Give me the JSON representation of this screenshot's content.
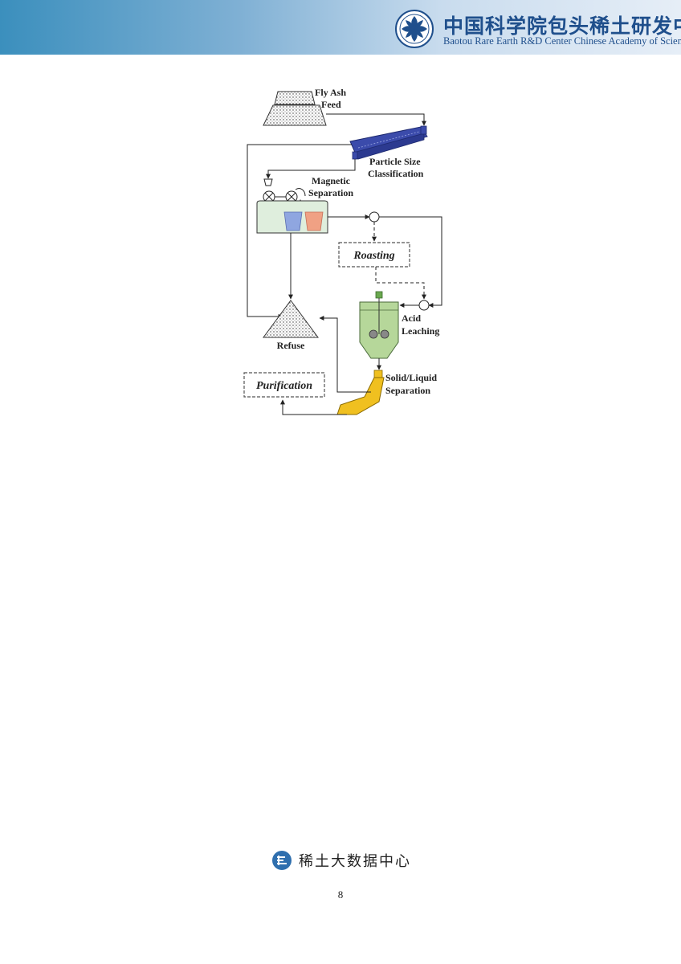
{
  "header": {
    "org_name_cn": "中国科学院包头稀土研发中心",
    "org_name_en": "Baotou Rare Earth R&D Center Chinese Academy of Sciences"
  },
  "diagram": {
    "fly_ash_line1": "Fly Ash",
    "fly_ash_line2": "Feed",
    "classification_line1": "Particle Size",
    "classification_line2": "Classification",
    "magnetic_line1": "Magnetic",
    "magnetic_line2": "Separation",
    "roasting": "Roasting",
    "acid_line1": "Acid",
    "acid_line2": "Leaching",
    "refuse": "Refuse",
    "solid_liquid_line1": "Solid/Liquid",
    "solid_liquid_line2": "Separation",
    "purification": "Purification"
  },
  "footer": {
    "brand": "稀土大数据中心",
    "page_number": "8"
  },
  "colors": {
    "header_start": "#3b8fbd",
    "header_end": "#e6eef7",
    "classifier_blue": "#3b4bab",
    "magnetic_box": "#dfeedd",
    "leach_tank": "#b6d79a",
    "chute_yellow": "#f0c020"
  }
}
